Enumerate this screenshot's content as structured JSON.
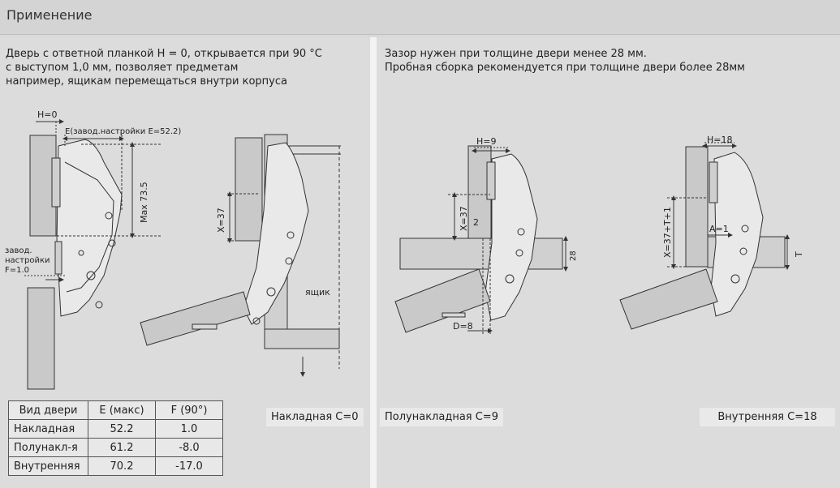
{
  "header": {
    "title": "Применение"
  },
  "left": {
    "desc_lines": [
      "Дверь с ответной планкой H = 0, открывается при 90 °C",
      "с выступом 1,0 мм, позволяет предметам",
      "например, ящикам перемещаться внутри корпуса"
    ],
    "labels": {
      "h0": "H=0",
      "e": "E(завод.настройки E=52.2)",
      "max": "Max 73.5",
      "x37": "X=37",
      "factory1": "завод.",
      "factory2": "настройки",
      "factory3": "F=1.0",
      "drawer": "ящик"
    },
    "table": {
      "headers": [
        "Вид двери",
        "E (макс)",
        "F (90°)"
      ],
      "rows": [
        [
          "Накладная",
          "52.2",
          "1.0"
        ],
        [
          "Полунакл-я",
          "61.2",
          "-8.0"
        ],
        [
          "Внутренняя",
          "70.2",
          "-17.0"
        ]
      ]
    },
    "caption": "Накладная C=0"
  },
  "right": {
    "desc_lines": [
      "Зазор нужен при толщине двери  менее 28 мм.",
      "Пробная сборка рекомендуется при толщине двери более 28мм"
    ],
    "mid": {
      "h": "H=9",
      "x": "X=37",
      "two": "2",
      "t": "28",
      "d": "D=8",
      "caption": "Полунакладная C=9"
    },
    "inner": {
      "h": "H=18",
      "x": "X=37+T+1",
      "a": "A=1",
      "t": "T",
      "caption": "Внутренняя C=18"
    }
  },
  "colors": {
    "panel": "#dcdcdc",
    "divider": "#f3f3f3",
    "line": "#333333",
    "door": "#c8c8c8"
  }
}
